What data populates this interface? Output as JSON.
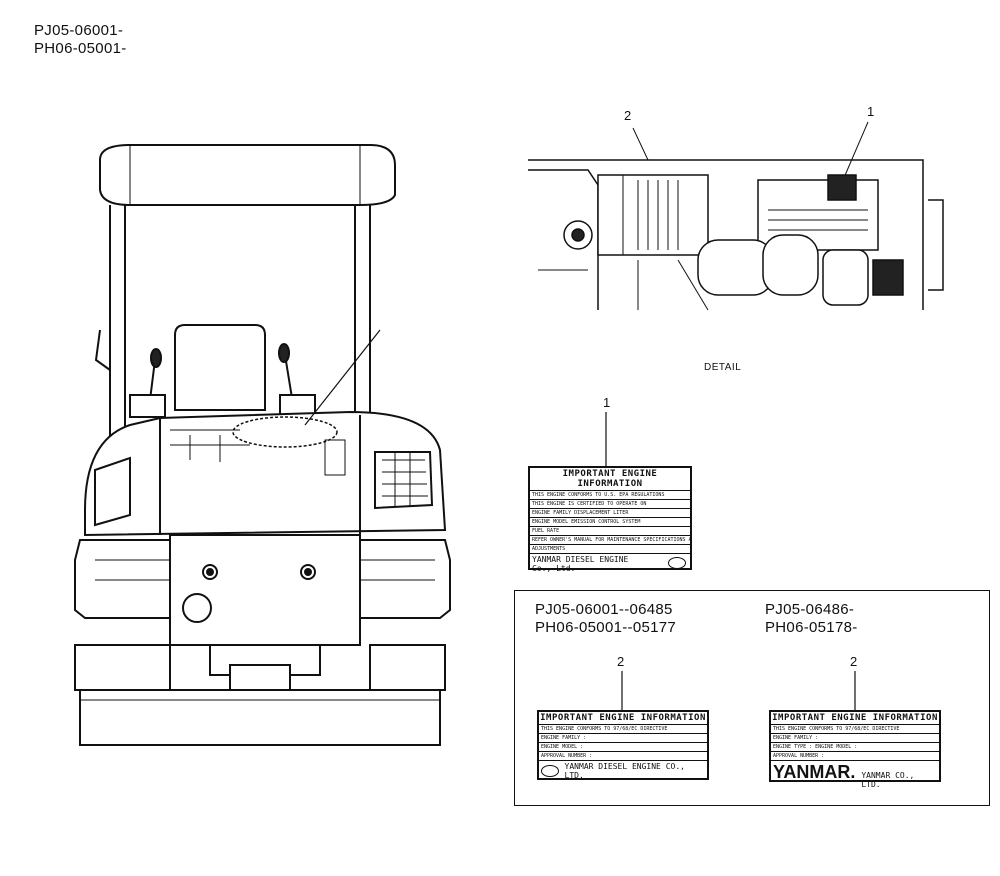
{
  "serials_top": [
    "PJ05-06001-",
    "PH06-05001-"
  ],
  "detail_view": {
    "label": "DETAIL",
    "callouts": [
      "2",
      "1"
    ]
  },
  "label_1": {
    "callout": "1",
    "title": "IMPORTANT ENGINE INFORMATION",
    "lines": [
      "THIS ENGINE CONFORMS TO U.S. EPA REGULATIONS",
      "THIS ENGINE IS CERTIFIED TO OPERATE ON",
      "ENGINE FAMILY          DISPLACEMENT     LITER",
      "ENGINE MODEL           EMISSION CONTROL SYSTEM",
      "FUEL RATE                          ",
      "REFER OWNER'S MANUAL FOR MAINTENANCE SPECIFICATIONS AND",
      "ADJUSTMENTS"
    ],
    "footer": [
      "YANMAR DIESEL ENGINE",
      "Co., Ltd."
    ]
  },
  "inset": {
    "left": {
      "serials": [
        "PJ05-06001--06485",
        "PH06-05001--05177"
      ],
      "callout": "2",
      "plate": {
        "title": "IMPORTANT ENGINE INFORMATION",
        "lines": [
          "THIS ENGINE CONFORMS TO 97/68/EC DIRECTIVE",
          "ENGINE FAMILY :",
          "ENGINE MODEL :",
          "APPROVAL NUMBER :"
        ],
        "footer": "YANMAR DIESEL ENGINE CO., LTD."
      }
    },
    "right": {
      "serials": [
        "PJ05-06486-",
        "PH06-05178-"
      ],
      "callout": "2",
      "plate": {
        "title": "IMPORTANT ENGINE INFORMATION",
        "lines": [
          "THIS ENGINE CONFORMS TO 97/68/EC DIRECTIVE",
          "ENGINE FAMILY :",
          "ENGINE TYPE :      ENGINE MODEL :",
          "APPROVAL NUMBER :"
        ],
        "brand": "YANMAR.",
        "footer": "YANMAR CO., LTD."
      }
    }
  }
}
